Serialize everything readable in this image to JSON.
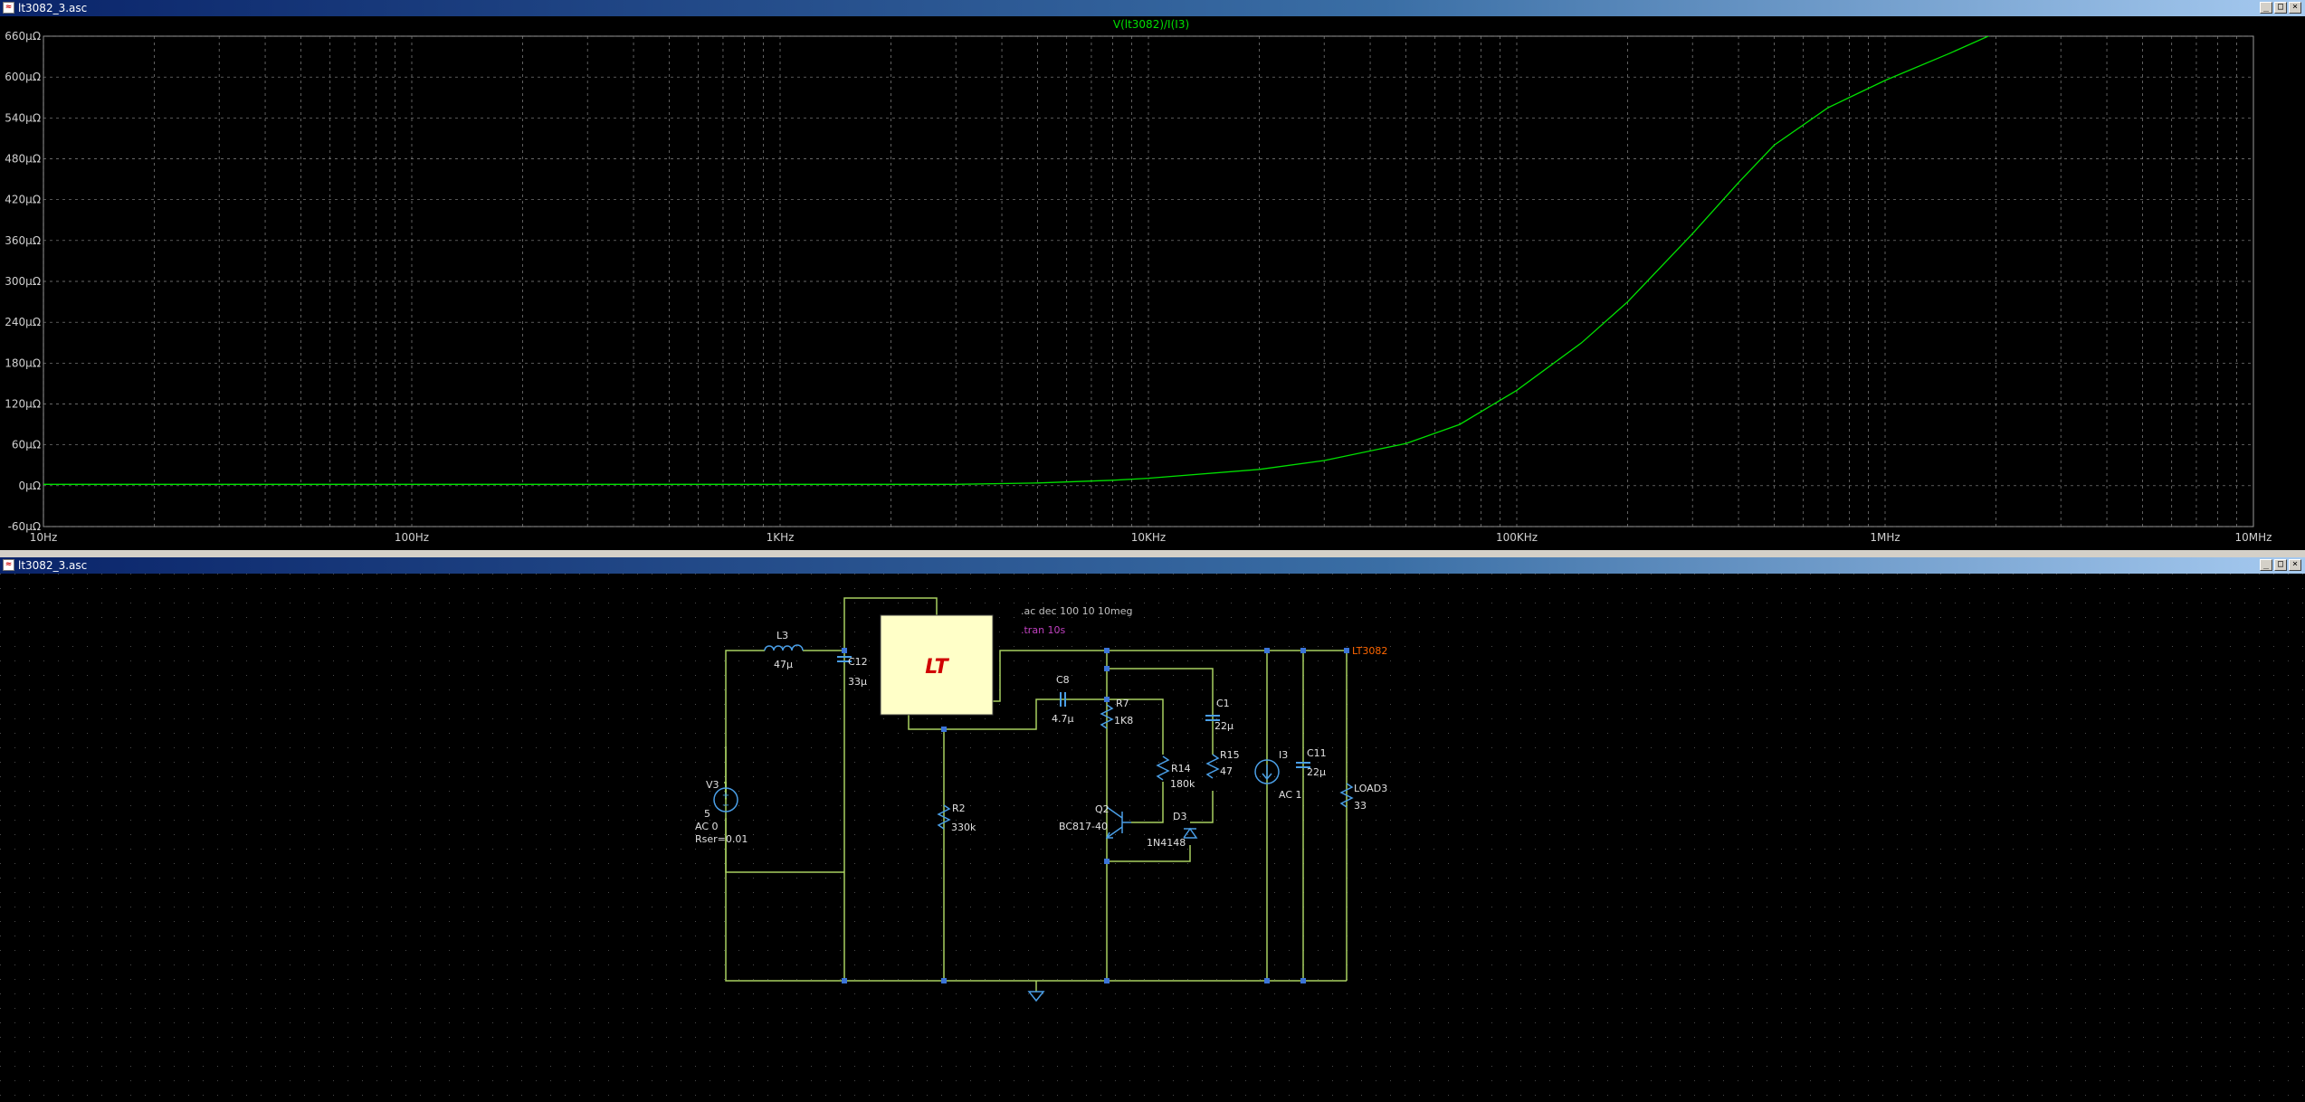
{
  "plot_window": {
    "title": "lt3082_3.asc",
    "trace_label": "V(lt3082)/I(I3)",
    "trace_color": "#00e000",
    "y_tick_labels": [
      "660µΩ",
      "600µΩ",
      "540µΩ",
      "480µΩ",
      "420µΩ",
      "360µΩ",
      "300µΩ",
      "240µΩ",
      "180µΩ",
      "120µΩ",
      "60µΩ",
      "0µΩ",
      "-60µΩ"
    ],
    "x_tick_labels": [
      "10Hz",
      "100Hz",
      "1KHz",
      "10KHz",
      "100KHz",
      "1MHz",
      "10MHz"
    ]
  },
  "chart_data": {
    "type": "line",
    "title": "V(lt3082)/I(I3)",
    "xlabel": "",
    "ylabel": "",
    "x_scale": "log",
    "xlim": [
      10,
      10000000
    ],
    "ylim": [
      -60,
      660
    ],
    "y_unit": "µΩ",
    "grid": true,
    "series": [
      {
        "name": "V(lt3082)/I(I3)",
        "x": [
          10,
          100,
          1000,
          3000,
          5000,
          8000,
          10000,
          20000,
          30000,
          50000,
          70000,
          100000,
          150000,
          200000,
          300000,
          400000,
          500000,
          700000,
          1000000,
          1500000,
          2000000
        ],
        "y": [
          2,
          2,
          2,
          2,
          4,
          8,
          11,
          24,
          37,
          62,
          90,
          140,
          210,
          270,
          370,
          445,
          500,
          555,
          595,
          635,
          665
        ]
      }
    ]
  },
  "schematic_window": {
    "title": "lt3082_3.asc",
    "directives": [
      ".ac dec 100 10 10meg",
      ".tran 10s"
    ],
    "net_label": "LT3082",
    "ic_logo": "LT",
    "components": {
      "L3": {
        "name": "L3",
        "value": "47µ"
      },
      "C12": {
        "name": "C12",
        "value": "33µ"
      },
      "V3": {
        "name": "V3",
        "value": "5",
        "ac": "AC 0",
        "rser": "Rser=0.01"
      },
      "C8": {
        "name": "C8",
        "value": "4.7µ"
      },
      "R7": {
        "name": "R7",
        "value": "1K8"
      },
      "C1": {
        "name": "C1",
        "value": "22µ"
      },
      "R15": {
        "name": "R15",
        "value": "47"
      },
      "I3": {
        "name": "I3",
        "value": "AC 1"
      },
      "C11": {
        "name": "C11",
        "value": "22µ"
      },
      "LOAD3": {
        "name": "LOAD3",
        "value": "33"
      },
      "R2": {
        "name": "R2",
        "value": "330k"
      },
      "R14": {
        "name": "R14",
        "value": "180k"
      },
      "Q2": {
        "name": "Q2",
        "value": "BC817-40"
      },
      "D3": {
        "name": "D3",
        "value": "1N4148"
      }
    }
  },
  "window_buttons": {
    "minimize": "_",
    "maximize": "□",
    "close": "×"
  },
  "colors": {
    "grid": "#8a8a8a",
    "axis_text": "#d0d0d0",
    "wire": "#a8d060",
    "component": "#4a9ee6",
    "ic_body": "#ffffc8",
    "net_label": "#ff6600",
    "directive_ac": "#c0c0c0",
    "directive_tran": "#c040c0"
  }
}
